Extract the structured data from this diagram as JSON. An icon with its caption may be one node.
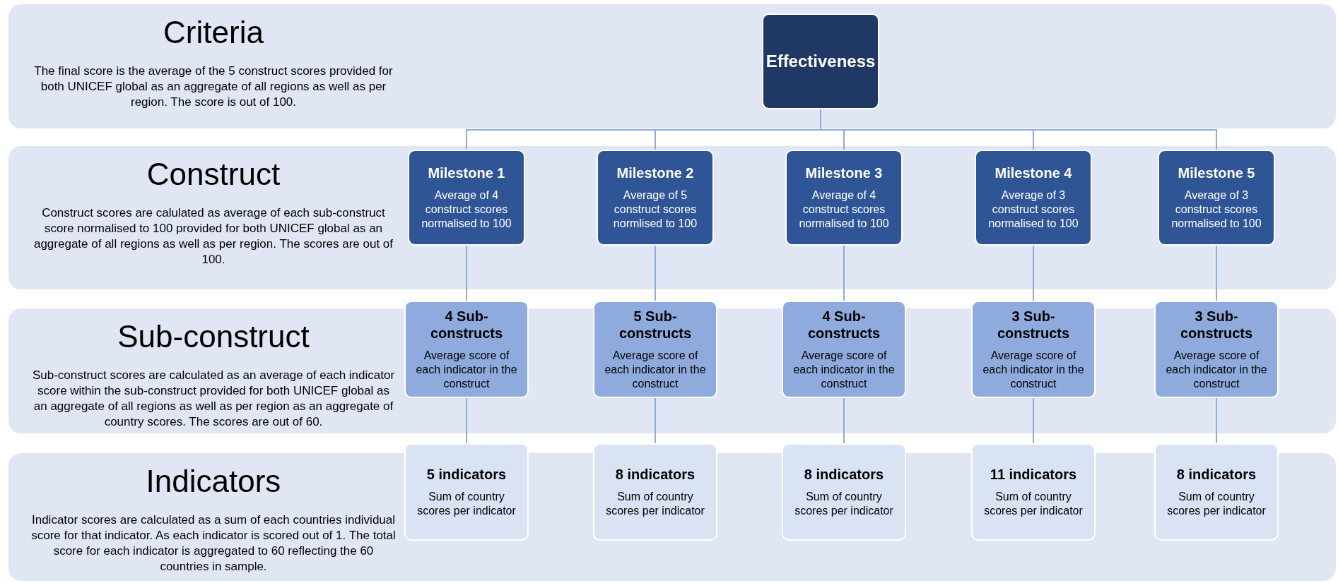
{
  "diagram": {
    "nodes": [
      {
        "text": [
          "Criteria",
          "The final score is the average of the 5 construct scores provided for both UNICEF global as an aggregate of all regions as well as per region. The score is out of 100."
        ]
      },
      {
        "text": [
          "Effectiveness"
        ],
        "in": 0
      },
      {
        "text": [
          "Construct",
          "Construct scores are calulated as average of each sub-construct score normalised to 100 provided for both UNICEF global as an aggregate of all regions as well as per region. The scores are out of 100."
        ]
      },
      {
        "text": [
          "Milestone 1",
          "Average of 4 construct scores normalised to 100"
        ],
        "in": 2
      },
      {
        "text": [
          "Milestone 2",
          "Average of 5 construct scores normlised to 100"
        ],
        "in": 2
      },
      {
        "text": [
          "Milestone 3",
          "Average of 4 construct scores normalised to 100"
        ],
        "in": 2
      },
      {
        "text": [
          "Milestone 4",
          "Average of 3 construct scores normalised to 100"
        ],
        "in": 2
      },
      {
        "text": [
          "Milestone 5",
          "Average of 3 construct scores normalised to 100"
        ],
        "in": 2
      },
      {
        "text": [
          "Sub-construct",
          "Sub-construct scores are calculated as an average of each indicator score within the sub-construct provided for both UNICEF global as an aggregate of all regions as well as per region as an aggregate of country scores. The scores are out of 60."
        ]
      },
      {
        "text": [
          "4 Sub-constructs",
          "Average score of each indicator in the construct"
        ],
        "in": 8
      },
      {
        "text": [
          "5 Sub-constructs",
          "Average score of each indicator in the construct"
        ],
        "in": 8
      },
      {
        "text": [
          "4 Sub-constructs",
          "Average score of each indicator in the construct"
        ],
        "in": 8
      },
      {
        "text": [
          "3 Sub-constructs",
          "Average score of each indicator in the construct"
        ],
        "in": 8
      },
      {
        "text": [
          "3 Sub-constructs",
          "Average score of each indicator in the construct"
        ],
        "in": 8
      },
      {
        "text": [
          "Indicators",
          "Indicator scores are calculated as a sum of each countries individual score for that indicator. As each indicator is scored out of 1. The total score for each indicator is aggregated to 60 reflecting the 60 countries in sample."
        ]
      },
      {
        "text": [
          "5 indicators",
          "Sum of country scores per indicator"
        ],
        "in": 14
      },
      {
        "text": [
          "8 indicators",
          "Sum of country scores per indicator"
        ],
        "in": 14
      },
      {
        "text": [
          "8 indicators",
          "Sum of country scores per indicator"
        ],
        "in": 14
      },
      {
        "text": [
          "11 indicators",
          "Sum of country scores per indicator"
        ],
        "in": 14
      },
      {
        "text": [
          "8 indicators",
          "Sum of country scores per indicator"
        ],
        "in": 14
      }
    ],
    "edges": [
      {
        "from": 1,
        "to": 3,
        "arrow": "none"
      },
      {
        "from": 1,
        "to": 4,
        "arrow": "none"
      },
      {
        "from": 1,
        "to": 5,
        "arrow": "none"
      },
      {
        "from": 1,
        "to": 6,
        "arrow": "none"
      },
      {
        "from": 1,
        "to": 7,
        "arrow": "none"
      },
      {
        "from": 3,
        "to": 9,
        "arrow": "none"
      },
      {
        "from": 4,
        "to": 10,
        "arrow": "none"
      },
      {
        "from": 5,
        "to": 11,
        "arrow": "none"
      },
      {
        "from": 6,
        "to": 12,
        "arrow": "none"
      },
      {
        "from": 7,
        "to": 13,
        "arrow": "none"
      },
      {
        "from": 9,
        "to": 15,
        "arrow": "none"
      },
      {
        "from": 10,
        "to": 16,
        "arrow": "none"
      },
      {
        "from": 11,
        "to": 17,
        "arrow": "none"
      },
      {
        "from": 12,
        "to": 18,
        "arrow": "none"
      },
      {
        "from": 13,
        "to": 19,
        "arrow": "none"
      }
    ]
  }
}
